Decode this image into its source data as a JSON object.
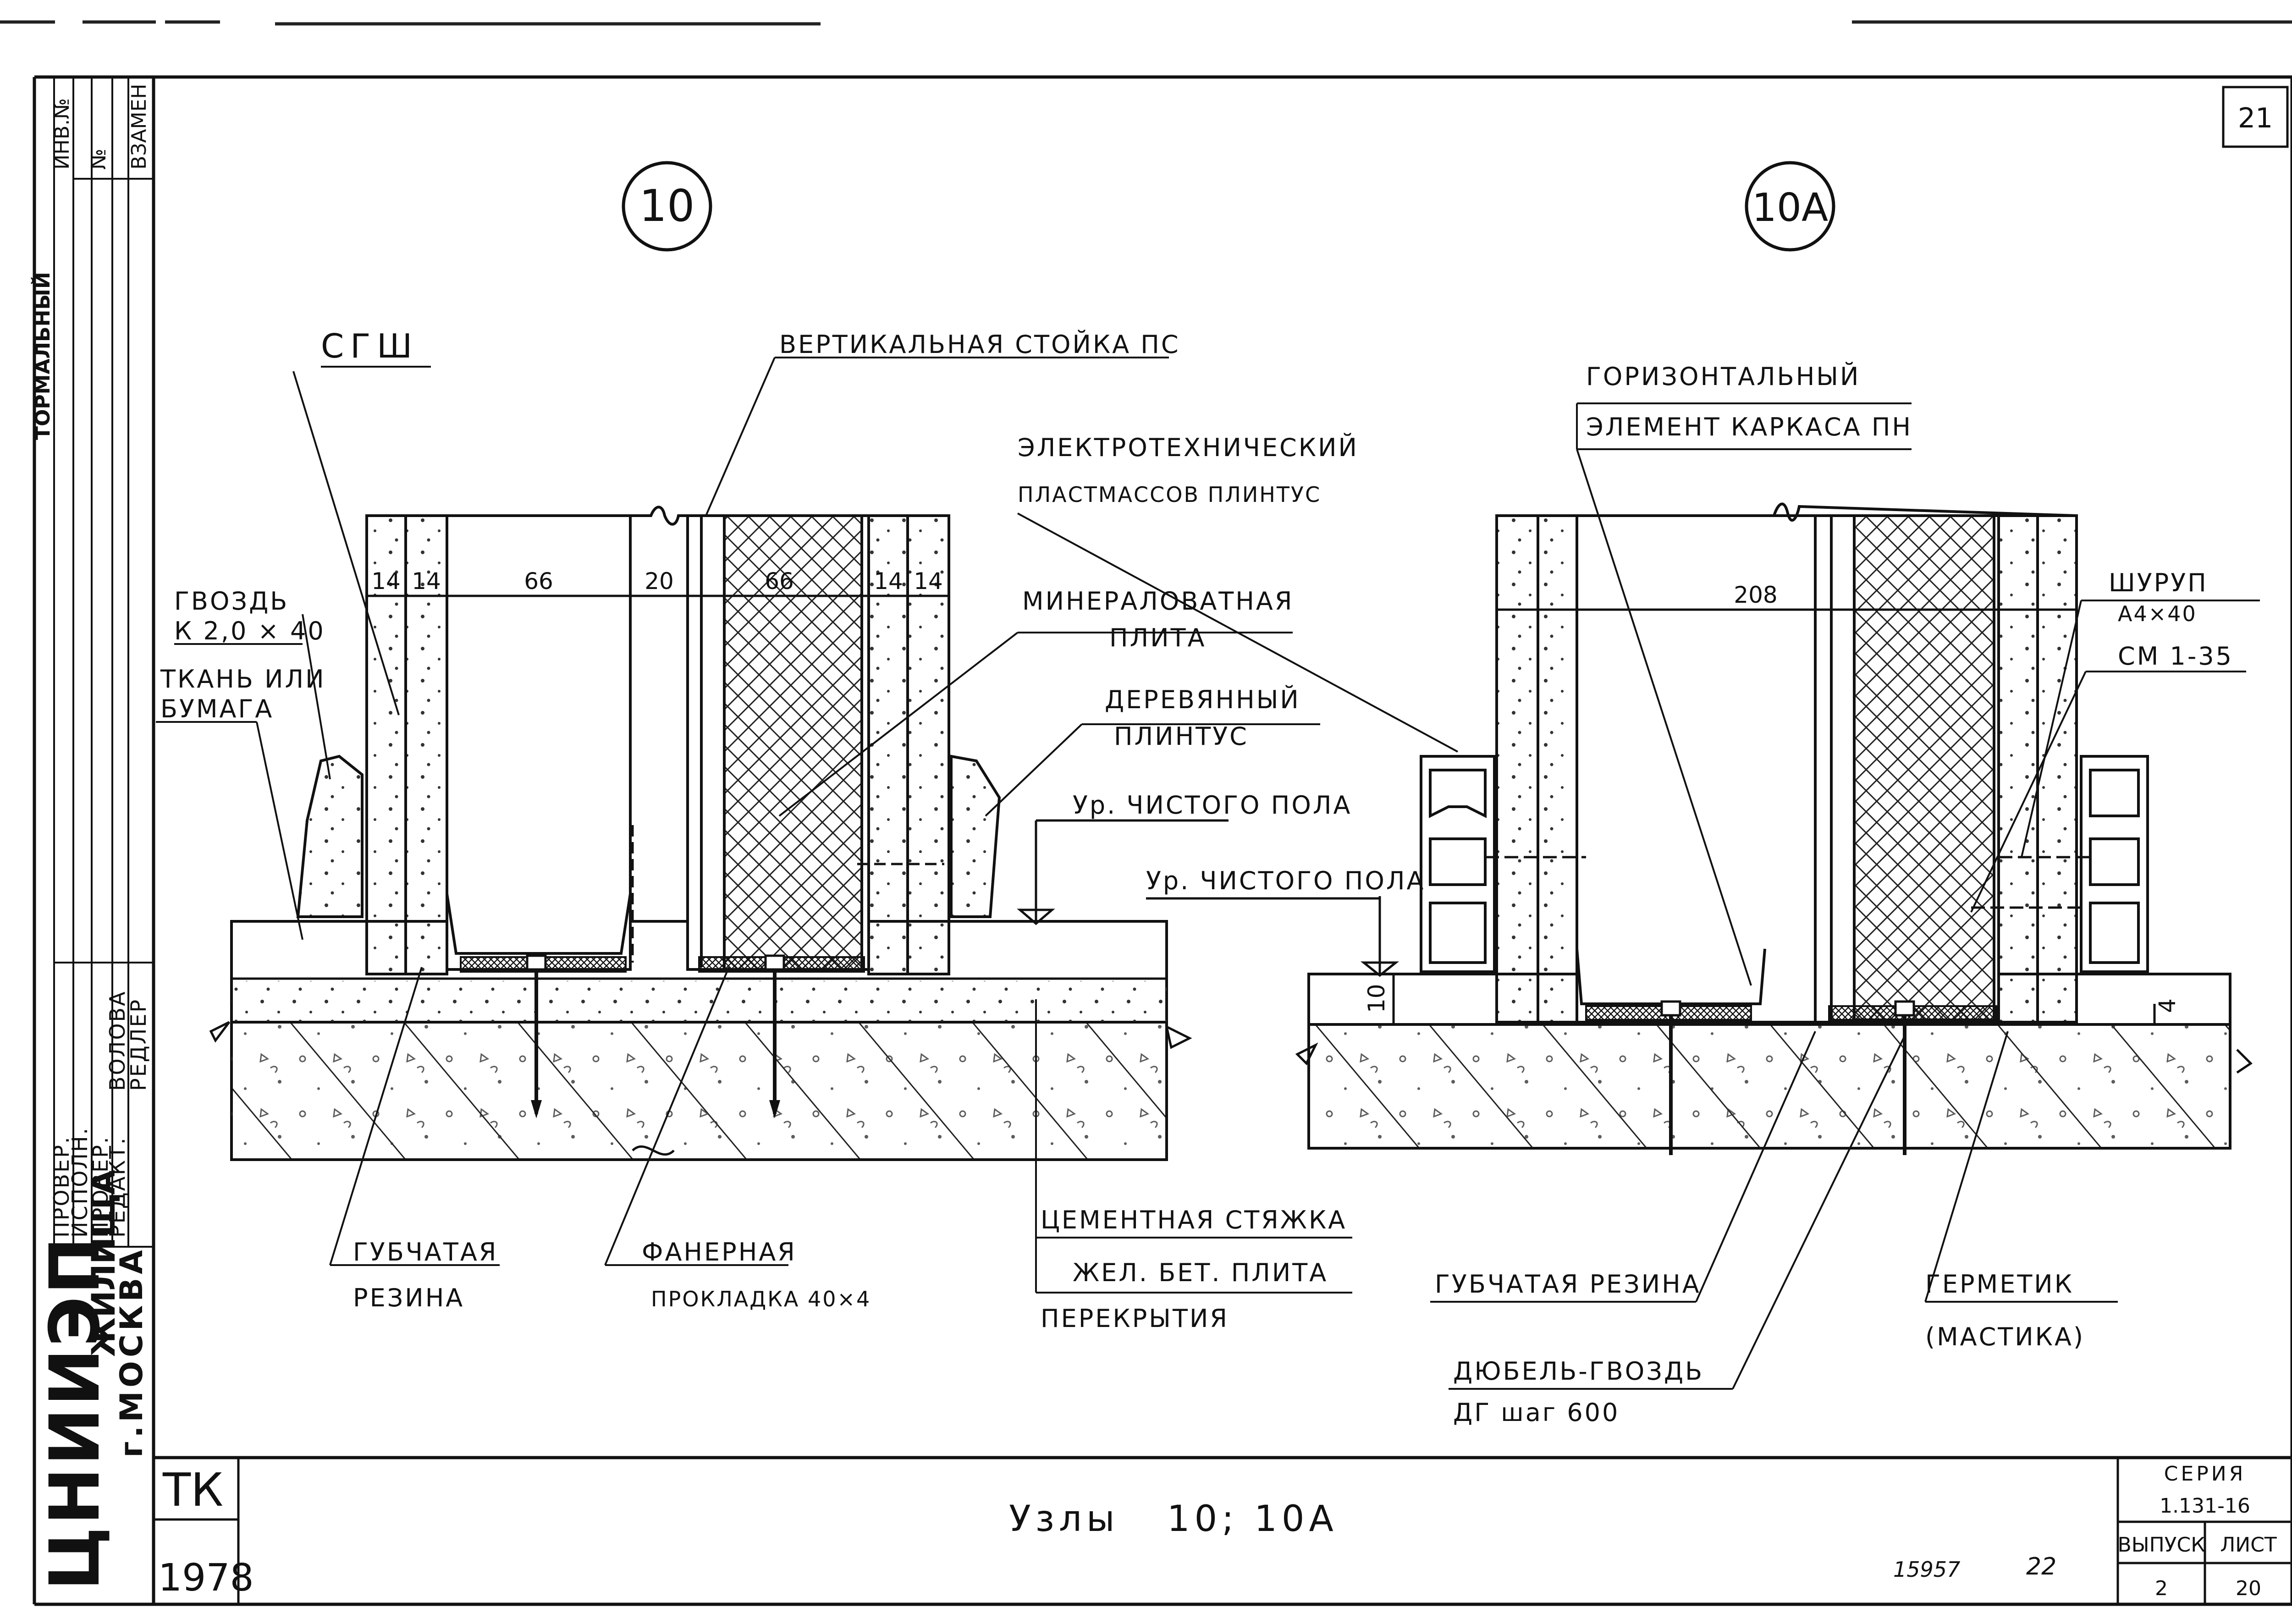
{
  "sheet": {
    "page_number": "21",
    "title": "Узлы   10; 10А",
    "code": "ТК",
    "year": "1978",
    "series_label": "СЕРИЯ",
    "series_value": "1.131-16",
    "issue_label": "ВЫПУСК",
    "issue_value": "2",
    "sheet_label": "ЛИСТ",
    "sheet_value": "20",
    "footer_number": "15957",
    "footer_page": "22",
    "org_name": "ЦНИИЭП",
    "org_sub": "ЖИЛИЩА",
    "org_city": "г.МОСКВА"
  },
  "left_strip": {
    "vertical_title": "ТОРМАЛЬНЫЙ",
    "col_labels": [
      "ИНВ.№",
      "№",
      "ВЗАМЕН"
    ],
    "signature_rows": [
      "ПРОВЕР.",
      "ИСПОЛН.",
      "ПРОВЕР.",
      "РЕДАКТ."
    ],
    "signature_names": [
      "ВОЛОВА",
      "РЕДЛЕР"
    ]
  },
  "node10": {
    "marker": "10",
    "dims": [
      "14",
      "14",
      "66",
      "20",
      "66",
      "14",
      "14"
    ],
    "labels": {
      "sgsh": "СГШ",
      "stoika": "ВЕРТИКАЛЬНАЯ СТОЙКА ПС",
      "gvozd_1": "ГВОЗДЬ",
      "gvozd_2": "К 2,0 × 40",
      "tkan_1": "ТКАНЬ ИЛИ",
      "tkan_2": "БУМАГА",
      "elektro_1": "ЭЛЕКТРОТЕХНИЧЕСКИЙ",
      "elektro_2": "ПЛАСТМАССОВ ПЛИНТУС",
      "mineral_1": "МИНЕРАЛОВАТНАЯ",
      "mineral_2": "ПЛИТА",
      "derev_1": "ДЕРЕВЯННЫЙ",
      "derev_2": "ПЛИНТУС",
      "floor_level": "Ур. ЧИСТОГО ПОЛА",
      "guba_1": "ГУБЧАТАЯ",
      "guba_2": "РЕЗИНА",
      "fanera_1": "ФАНЕРНАЯ",
      "fanera_2": "ПРОКЛАДКА 40×4",
      "cement": "ЦЕМЕНТНАЯ СТЯЖКА",
      "plita_1": "ЖЕЛ. БЕТ. ПЛИТА",
      "plita_2": "ПЕРЕКРЫТИЯ"
    }
  },
  "node10a": {
    "marker": "10А",
    "dims": [
      "208",
      "10",
      "4"
    ],
    "labels": {
      "horiz_1": "ГОРИЗОНТАЛЬНЫЙ",
      "horiz_2": "ЭЛЕМЕНТ КАРКАСА ПН",
      "shurup_1": "ШУРУП",
      "shurup_2": "А4×40",
      "sm": "СМ 1-35",
      "floor_level": "Ур. ЧИСТОГО ПОЛА",
      "guba": "ГУБЧАТАЯ РЕЗИНА",
      "germ_1": "ГЕРМЕТИК",
      "germ_2": "(МАСТИКА)",
      "dubel_1": "ДЮБЕЛЬ-ГВОЗДЬ",
      "dubel_2": "ДГ  шаг 600"
    }
  }
}
